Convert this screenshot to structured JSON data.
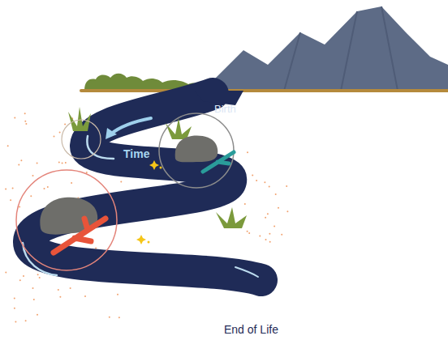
{
  "diagram": {
    "labels": [
      "Birth",
      "Time",
      "End of Life"
    ]
  }
}
